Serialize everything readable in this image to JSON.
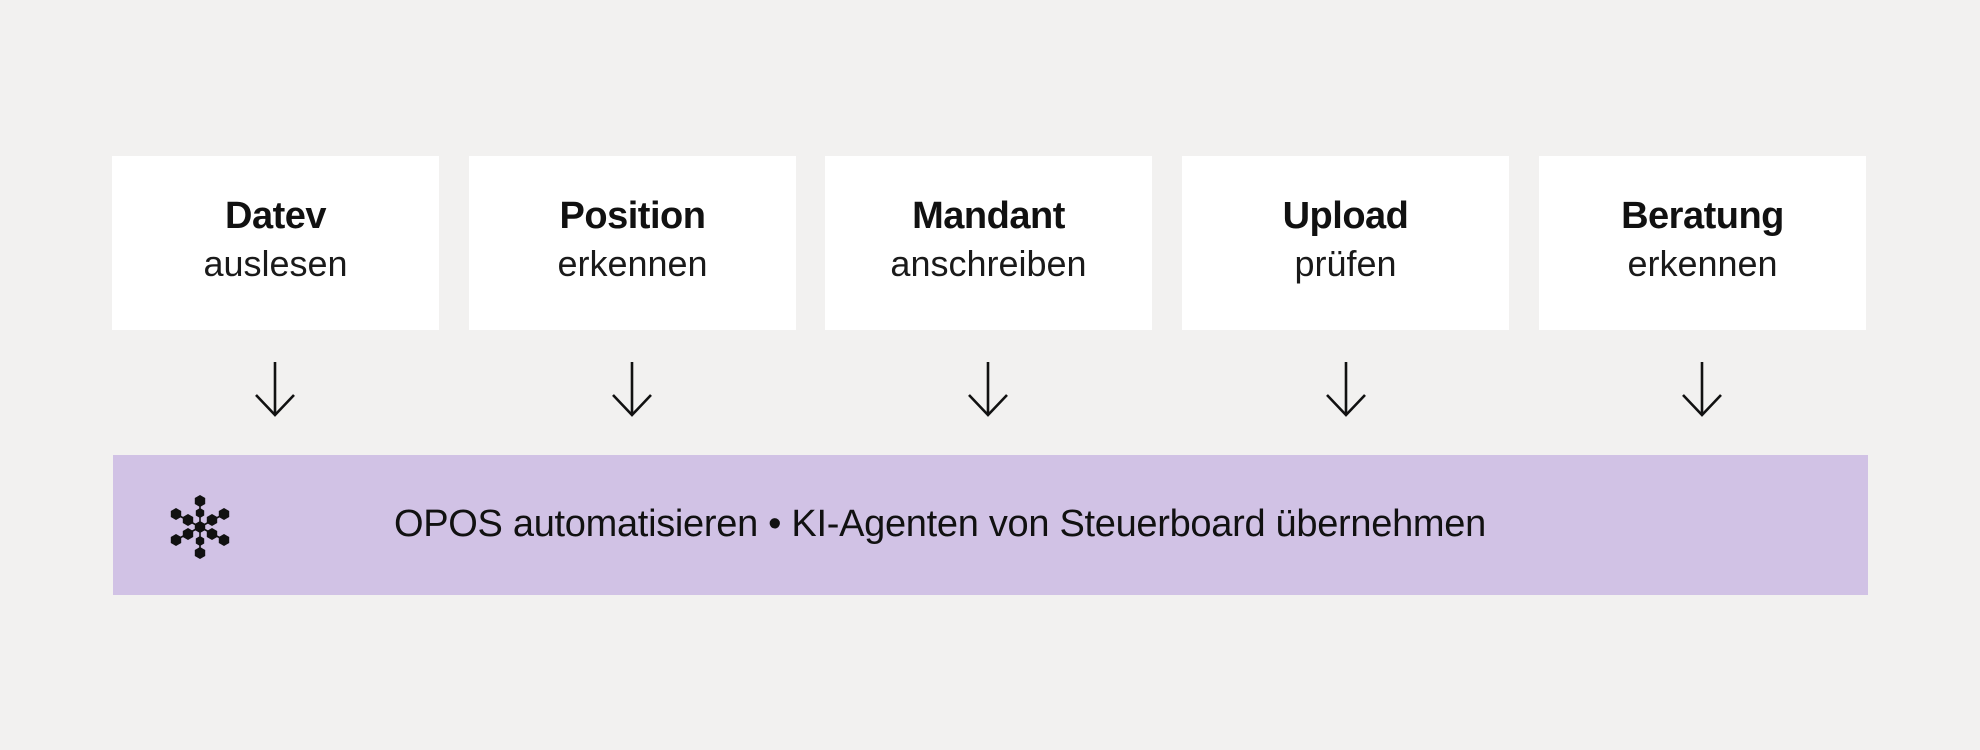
{
  "steps": [
    {
      "title": "Datev",
      "subtitle": "auslesen"
    },
    {
      "title": "Position",
      "subtitle": "erkennen"
    },
    {
      "title": "Mandant",
      "subtitle": "anschreiben"
    },
    {
      "title": "Upload",
      "subtitle": "prüfen"
    },
    {
      "title": "Beratung",
      "subtitle": "erkennen"
    }
  ],
  "banner": {
    "text": "OPOS automatisieren • KI-Agenten von Steuerboard übernehmen",
    "icon": "hexagon-cluster-icon",
    "color": "#d1c2e5"
  },
  "colors": {
    "background": "#f2f1f0",
    "card": "#ffffff",
    "text": "#111111"
  }
}
